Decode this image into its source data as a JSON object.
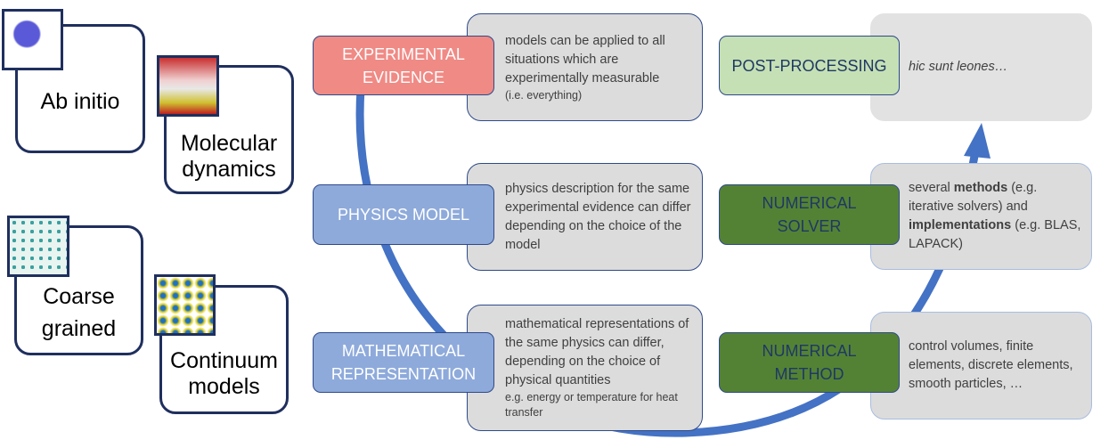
{
  "scales": [
    {
      "label": "Ab initio",
      "image": "ab-initio-orbital-image"
    },
    {
      "label": "Molecular dynamics",
      "image": "molecular-dynamics-image"
    },
    {
      "label": "Coarse grained",
      "image": "coarse-grained-beads-image"
    },
    {
      "label": "Continuum models",
      "image": "continuum-model-image"
    }
  ],
  "steps": {
    "experimental": {
      "label": "EXPERIMENTAL EVIDENCE",
      "text": "models can be applied to all situations which are experimentally measurable",
      "note": "(i.e. everything)",
      "color": "#f08a85"
    },
    "physics": {
      "label": "PHYSICS MODEL",
      "text": "physics description for the same experimental evidence can differ depending on the choice of the model",
      "color": "#8eaadb"
    },
    "math": {
      "label": "MATHEMATICAL REPRESENTATION",
      "text": "mathematical representations of the same physics can differ, depending on the choice of physical quantities",
      "note": "e.g. energy or temperature for heat transfer",
      "color": "#8eaadb"
    },
    "method": {
      "label": "NUMERICAL METHOD",
      "text": "control volumes, finite elements, discrete elements, smooth particles, …",
      "color": "#548235"
    },
    "solver": {
      "label": "NUMERICAL SOLVER",
      "t1": "several ",
      "b1": "methods",
      "t2": " (e.g. iterative solvers) and ",
      "b2": "implementations",
      "t3": " (e.g. BLAS, LAPACK)",
      "color": "#548235"
    },
    "post": {
      "label": "POST-PROCESSING",
      "text": "hic sunt leones…",
      "color": "#c5e0b4"
    }
  },
  "arrow_color": "#4472c4"
}
